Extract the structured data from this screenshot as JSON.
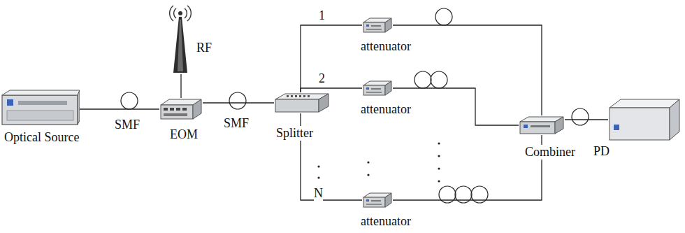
{
  "diagram": {
    "nodes": [
      {
        "text": [
          "Optical Source"
        ]
      },
      {
        "text": [
          "RF"
        ]
      },
      {
        "text": [
          "EOM"
        ]
      },
      {
        "text": [
          "Splitter"
        ]
      },
      {
        "text": [
          "attenuator"
        ]
      },
      {
        "text": [
          "attenuator"
        ]
      },
      {
        "text": [
          "attenuator"
        ]
      },
      {
        "text": [
          "Combiner"
        ]
      },
      {
        "text": [
          "PD"
        ]
      }
    ],
    "edges": [
      {
        "from": 0,
        "to": 2,
        "arrow": "none"
      },
      {
        "from": 1,
        "to": 2,
        "arrow": "none"
      },
      {
        "from": 2,
        "to": 3,
        "arrow": "none"
      },
      {
        "from": 3,
        "to": 4,
        "arrow": "none"
      },
      {
        "from": 3,
        "to": 5,
        "arrow": "none"
      },
      {
        "from": 3,
        "to": 6,
        "arrow": "none"
      },
      {
        "from": 4,
        "to": 7,
        "arrow": "none"
      },
      {
        "from": 5,
        "to": 7,
        "arrow": "none"
      },
      {
        "from": 6,
        "to": 7,
        "arrow": "none"
      },
      {
        "from": 7,
        "to": 8,
        "arrow": "none"
      }
    ],
    "labels": [
      "SMF",
      "SMF",
      "1",
      "2",
      "N"
    ]
  }
}
